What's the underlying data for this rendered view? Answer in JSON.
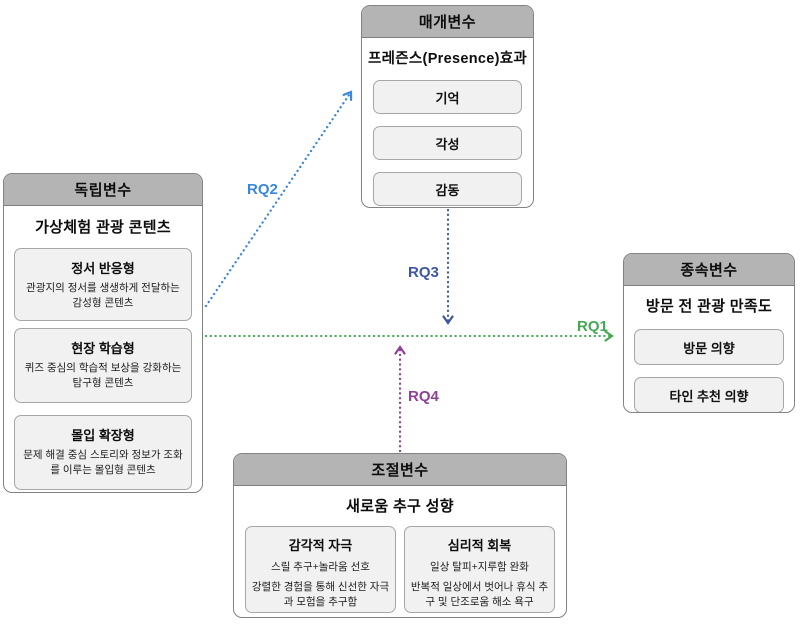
{
  "diagram": {
    "boxes": {
      "independent": {
        "header": "독립변수",
        "title": "가상체험 관광 콘텐츠",
        "items": [
          {
            "title": "정서 반응형",
            "desc": "관광지의 정서를 생생하게 전달하는 감성형 콘텐츠"
          },
          {
            "title": "현장 학습형",
            "desc": "퀴즈 중심의 학습적 보상을 강화하는 탐구형 콘텐츠"
          },
          {
            "title": "몰입 확장형",
            "desc": "문제 해결 중심 스토리와 정보가 조화를 이루는 몰입형 콘텐츠"
          }
        ]
      },
      "mediator": {
        "header": "매개변수",
        "title": "프레즌스(Presence)효과",
        "items": [
          {
            "title": "기억"
          },
          {
            "title": "각성"
          },
          {
            "title": "감동"
          }
        ]
      },
      "dependent": {
        "header": "종속변수",
        "title": "방문 전 관광 만족도",
        "items": [
          {
            "title": "방문 의향"
          },
          {
            "title": "타인 추천 의향"
          }
        ]
      },
      "moderator": {
        "header": "조절변수",
        "title": "새로움 추구 성향",
        "items": [
          {
            "title": "감각적 자극",
            "line1": "스릴 추구+놀라움 선호",
            "desc": "강렬한 경험을 통해 신선한 자극과 모험을 추구함"
          },
          {
            "title": "심리적 회복",
            "line1": "일상 탈피+지루함 완화",
            "desc": "반복적 일상에서 벗어나 휴식 추구 및 단조로움 해소 욕구"
          }
        ]
      }
    },
    "arrows": {
      "rq1": {
        "label": "RQ1",
        "color": "#47a854"
      },
      "rq2": {
        "label": "RQ2",
        "color": "#3b87dd"
      },
      "rq3": {
        "label": "RQ3",
        "color": "#3e56a3"
      },
      "rq4": {
        "label": "RQ4",
        "color": "#8e4198"
      }
    },
    "palette": {
      "header_bg": "#b4b4b4",
      "box_border": "#828282",
      "subbox_bg": "#f1f1f1",
      "subbox_border": "#a6a6a6"
    }
  }
}
